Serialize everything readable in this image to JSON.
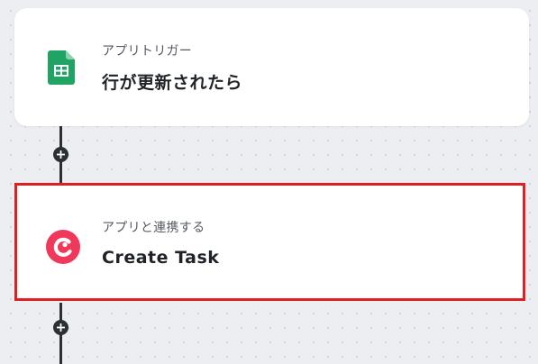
{
  "workflow": {
    "steps": [
      {
        "kind": "trigger",
        "kicker": "アプリトリガー",
        "title": "行が更新されたら",
        "icon": "google-sheets-icon",
        "icon_color": "#1fa463"
      },
      {
        "kind": "action",
        "kicker": "アプリと連携する",
        "title": "Create Task",
        "icon": "app-logo-icon",
        "icon_color": "#f0385a"
      }
    ],
    "connector_color": "#2b2f36",
    "highlight_color": "#e02020"
  }
}
